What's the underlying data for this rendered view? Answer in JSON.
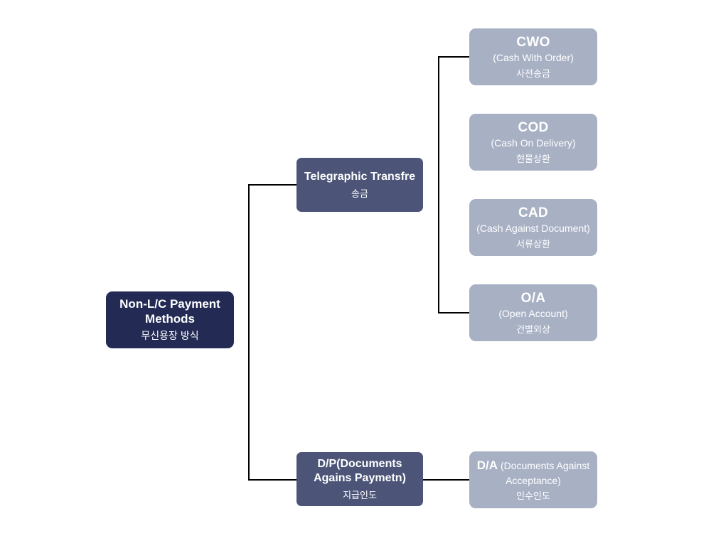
{
  "diagram": {
    "colors": {
      "root_bg": "#232b55",
      "branch_bg": "#4c5578",
      "leaf_bg": "#a8b0c4",
      "connector": "#000000",
      "text": "#ffffff"
    },
    "nodes": {
      "root": {
        "title": "Non-L/C Payment Methods",
        "subtitle": "무신용장 방식"
      },
      "telegraphic": {
        "title": "Telegraphic Transfre",
        "subtitle": "송금"
      },
      "dp": {
        "title": "D/P(Documents Agains Paymetn)",
        "subtitle": "지급인도"
      },
      "cwo": {
        "title": "CWO",
        "desc": "(Cash With Order)",
        "subtitle": "사전송금"
      },
      "cod": {
        "title": "COD",
        "desc": "(Cash On Delivery)",
        "subtitle": "현물상환"
      },
      "cad": {
        "title": "CAD",
        "desc": "(Cash Against Document)",
        "subtitle": "서류상환"
      },
      "oa": {
        "title": "O/A",
        "desc": "(Open Account)",
        "subtitle": "건별외상"
      },
      "da": {
        "title": "D/A",
        "desc": "(Documents Against Acceptance)",
        "subtitle": "인수인도"
      }
    }
  }
}
